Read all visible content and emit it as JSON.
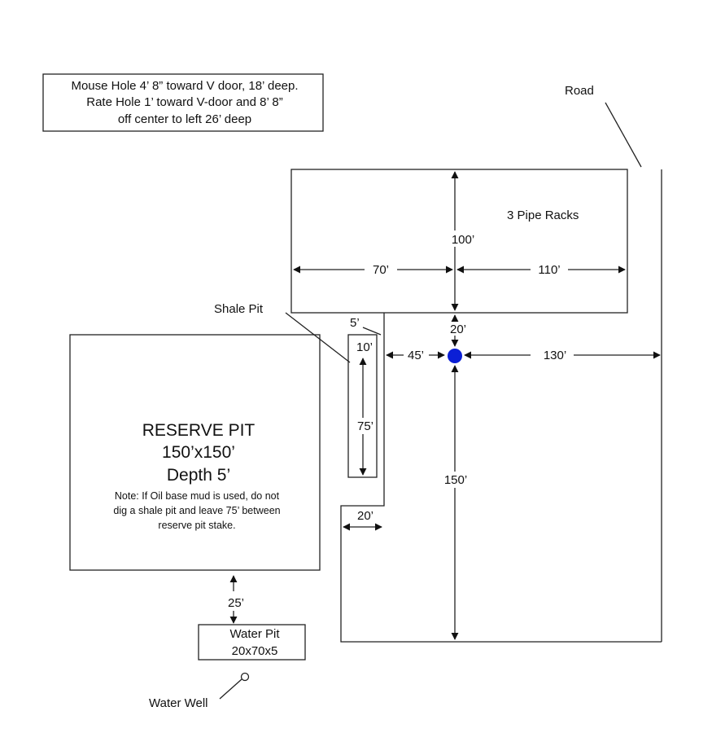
{
  "note_box": {
    "lines": [
      "Mouse Hole 4’ 8” toward V door, 18’ deep.",
      "Rate Hole 1’ toward V-door and 8’ 8”",
      "off center to left 26’ deep"
    ]
  },
  "labels": {
    "road": "Road",
    "pipe_racks": "3 Pipe Racks",
    "shale_pit": "Shale Pit",
    "water_well": "Water Well"
  },
  "reserve_pit": {
    "title": "RESERVE PIT",
    "size": "150’x150’",
    "depth": "Depth 5’",
    "note_lines": [
      "Note: If Oil base mud is used, do not",
      "dig a shale pit and leave 75’ between",
      "reserve pit stake."
    ]
  },
  "water_pit": {
    "line1": "Water Pit",
    "line2": "20x70x5"
  },
  "dimensions": {
    "rack_height": "100’",
    "rack_left": "70’",
    "rack_right": "110’",
    "gap_to_rack": "20’",
    "to_road": "130’",
    "to_shale": "45’",
    "pad_depth": "150’",
    "shale_offset": "5’",
    "shale_top": "10’",
    "shale_length": "75’",
    "notch_width": "20’",
    "pit_gap": "25’"
  },
  "colors": {
    "wellhead": "#0b1fd6",
    "lines": "#222222"
  }
}
